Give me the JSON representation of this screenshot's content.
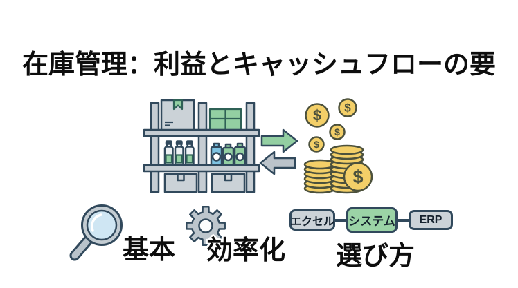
{
  "slide": {
    "title": "在庫管理：利益とキャッシュフローの要"
  },
  "illustration": {
    "description_icons": [
      "warehouse-shelf-icon",
      "right-green-arrow-icon",
      "left-gray-arrow-icon",
      "coins-icon"
    ],
    "coin_symbol": "$"
  },
  "topics": [
    {
      "icon": "magnifier-icon",
      "label": "基本"
    },
    {
      "icon": "gear-icon",
      "label": "効率化"
    },
    {
      "label": "選び方",
      "flow_steps": [
        {
          "label": "エクセル",
          "highlighted": false
        },
        {
          "label": "システム",
          "highlighted": true
        },
        {
          "label": "ERP",
          "highlighted": false
        }
      ]
    }
  ],
  "colors": {
    "background": "#ffffff",
    "text": "#0d0d0d",
    "outline_navy": "#31495c",
    "gray_fill": "#c6cdd3",
    "green_accent": "#93cfa2",
    "coin_yellow": "#f3cf68",
    "coin_outline": "#4c513c",
    "lens_blue": "#cfe6f3",
    "carton_blue": "#7ec3e2"
  }
}
